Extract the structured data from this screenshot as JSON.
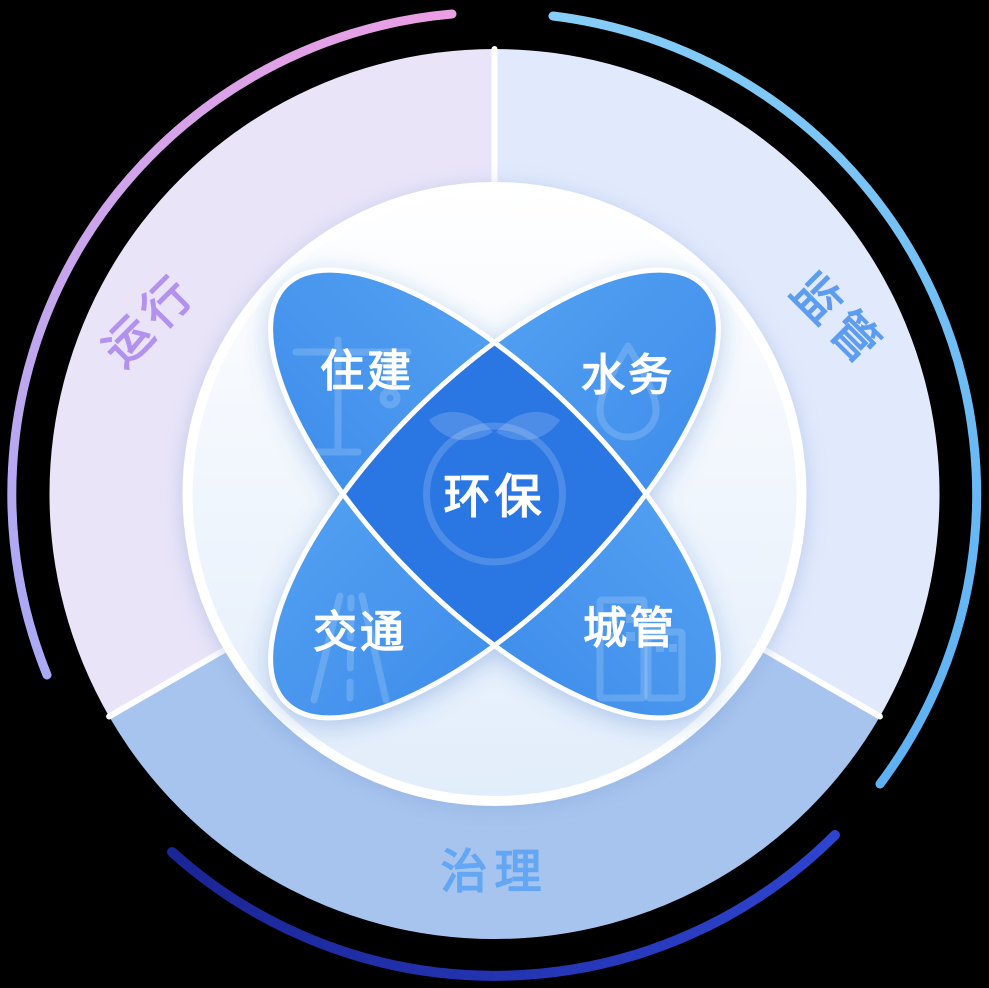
{
  "sectors": [
    {
      "id": "operation",
      "label": "运行",
      "fill": "#e9e4f8",
      "label_color": "#b292ee"
    },
    {
      "id": "supervision",
      "label": "监管",
      "fill": "#e1e9fc",
      "label_color": "#5c9df2"
    },
    {
      "id": "governance",
      "label": "治理",
      "fill": "#a6c4ee",
      "label_color": "#62a6f4"
    }
  ],
  "petals": [
    {
      "id": "housing",
      "label": "住建",
      "icon": "crane-icon"
    },
    {
      "id": "water",
      "label": "水务",
      "icon": "water-drop-icon"
    },
    {
      "id": "transport",
      "label": "交通",
      "icon": "road-icon"
    },
    {
      "id": "urban",
      "label": "城管",
      "icon": "buildings-icon"
    }
  ],
  "center": {
    "label": "环保",
    "icon": "eco-leaf-icon"
  },
  "colors": {
    "background": "#000000",
    "petal_light": "#5fabf4",
    "petal_deep": "#3282e8",
    "center_overlap": "#2b76e2",
    "inner_top": "#ffffff",
    "inner_bottom": "#e2edfb",
    "arc_operation_start": "#eb9fe4",
    "arc_operation_end": "#a9aaf5",
    "arc_supervision_start": "#86cdf7",
    "arc_supervision_end": "#5eb1f3",
    "arc_governance_start": "#2e44cf",
    "arc_governance_end": "#1a2596",
    "divider": "#ffffff",
    "label_white": "#ffffff"
  }
}
